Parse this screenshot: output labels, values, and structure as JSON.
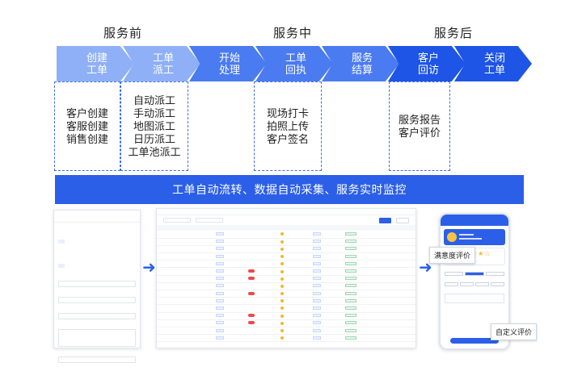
{
  "phases": [
    "服务前",
    "服务中",
    "服务后"
  ],
  "flow_steps": [
    {
      "label": "创建\n工单"
    },
    {
      "label": "工单\n派工"
    },
    {
      "label": "开始\n处理"
    },
    {
      "label": "工单\n回执"
    },
    {
      "label": "服务\n结算"
    },
    {
      "label": "客户\n回访"
    },
    {
      "label": "关闭\n工单"
    }
  ],
  "detail_boxes": [
    {
      "items": [
        "客户创建",
        "客服创建",
        "销售创建"
      ]
    },
    {
      "items": [
        "自动派工",
        "手动派工",
        "地图派工",
        "日历派工",
        "工单池派工"
      ]
    },
    {
      "items": [
        "现场打卡",
        "拍照上传",
        "客户签名"
      ]
    },
    {
      "items": [
        "服务报告",
        "客户评价"
      ]
    }
  ],
  "banner": "工单自动流转、数据自动采集、服务实时监控",
  "phone_callouts": {
    "rating": "满意度评价",
    "custom": "自定义评价"
  },
  "colors": {
    "primary": "#2c5fe8",
    "light_step": "#8fb0f7",
    "mid_step": "#4a7bf0",
    "dark_step": "#1e55e6"
  }
}
